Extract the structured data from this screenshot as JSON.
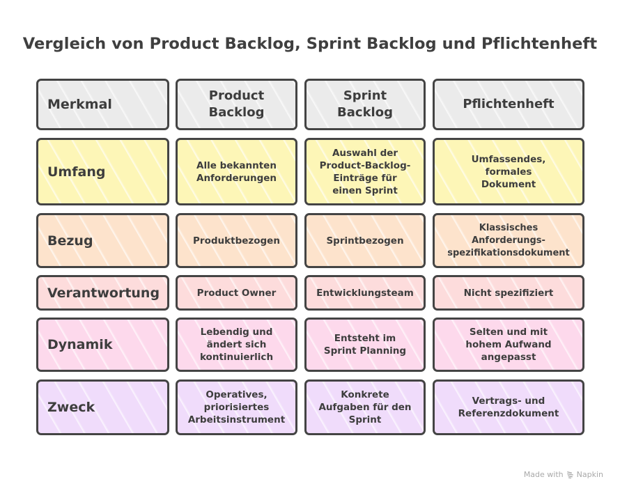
{
  "title": "Vergleich von Product Backlog, Sprint Backlog und Pflichtenheft",
  "colors": {
    "header": "#ebebeb",
    "umfang": "#fdf6b7",
    "bezug": "#fde3cc",
    "verantwortung": "#fddcdc",
    "dynamik": "#fdd9ec",
    "zweck": "#f0dcfb",
    "border": "#444444",
    "text": "#3d3d3d"
  },
  "table": {
    "headers": [
      "Merkmal",
      "Product\nBacklog",
      "Sprint\nBacklog",
      "Pflichtenheft"
    ],
    "rows": [
      {
        "key": "umfang",
        "label": "Umfang",
        "product_backlog": "Alle bekannten\nAnforderungen",
        "sprint_backlog": "Auswahl der\nProduct-Backlog-\nEinträge für\neinen Sprint",
        "pflichtenheft": "Umfassendes,\nformales\nDokument"
      },
      {
        "key": "bezug",
        "label": "Bezug",
        "product_backlog": "Produktbezogen",
        "sprint_backlog": "Sprintbezogen",
        "pflichtenheft": "Klassisches\nAnforderungs-\nspezifikationsdokument"
      },
      {
        "key": "verantwortung",
        "label": "Verantwortung",
        "product_backlog": "Product Owner",
        "sprint_backlog": "Entwicklungsteam",
        "pflichtenheft": "Nicht spezifiziert"
      },
      {
        "key": "dynamik",
        "label": "Dynamik",
        "product_backlog": "Lebendig und\nändert sich\nkontinuierlich",
        "sprint_backlog": "Entsteht im\nSprint Planning",
        "pflichtenheft": "Selten und mit\nhohem Aufwand\nangepasst"
      },
      {
        "key": "zweck",
        "label": "Zweck",
        "product_backlog": "Operatives,\npriorisiertes\nArbeitsinstrument",
        "sprint_backlog": "Konkrete\nAufgaben für den\nSprint",
        "pflichtenheft": "Vertrags- und\nReferenzdokument"
      }
    ]
  },
  "footer": {
    "made_with": "Made with",
    "brand": "Napkin",
    "icon": "napkin-logo-icon"
  }
}
